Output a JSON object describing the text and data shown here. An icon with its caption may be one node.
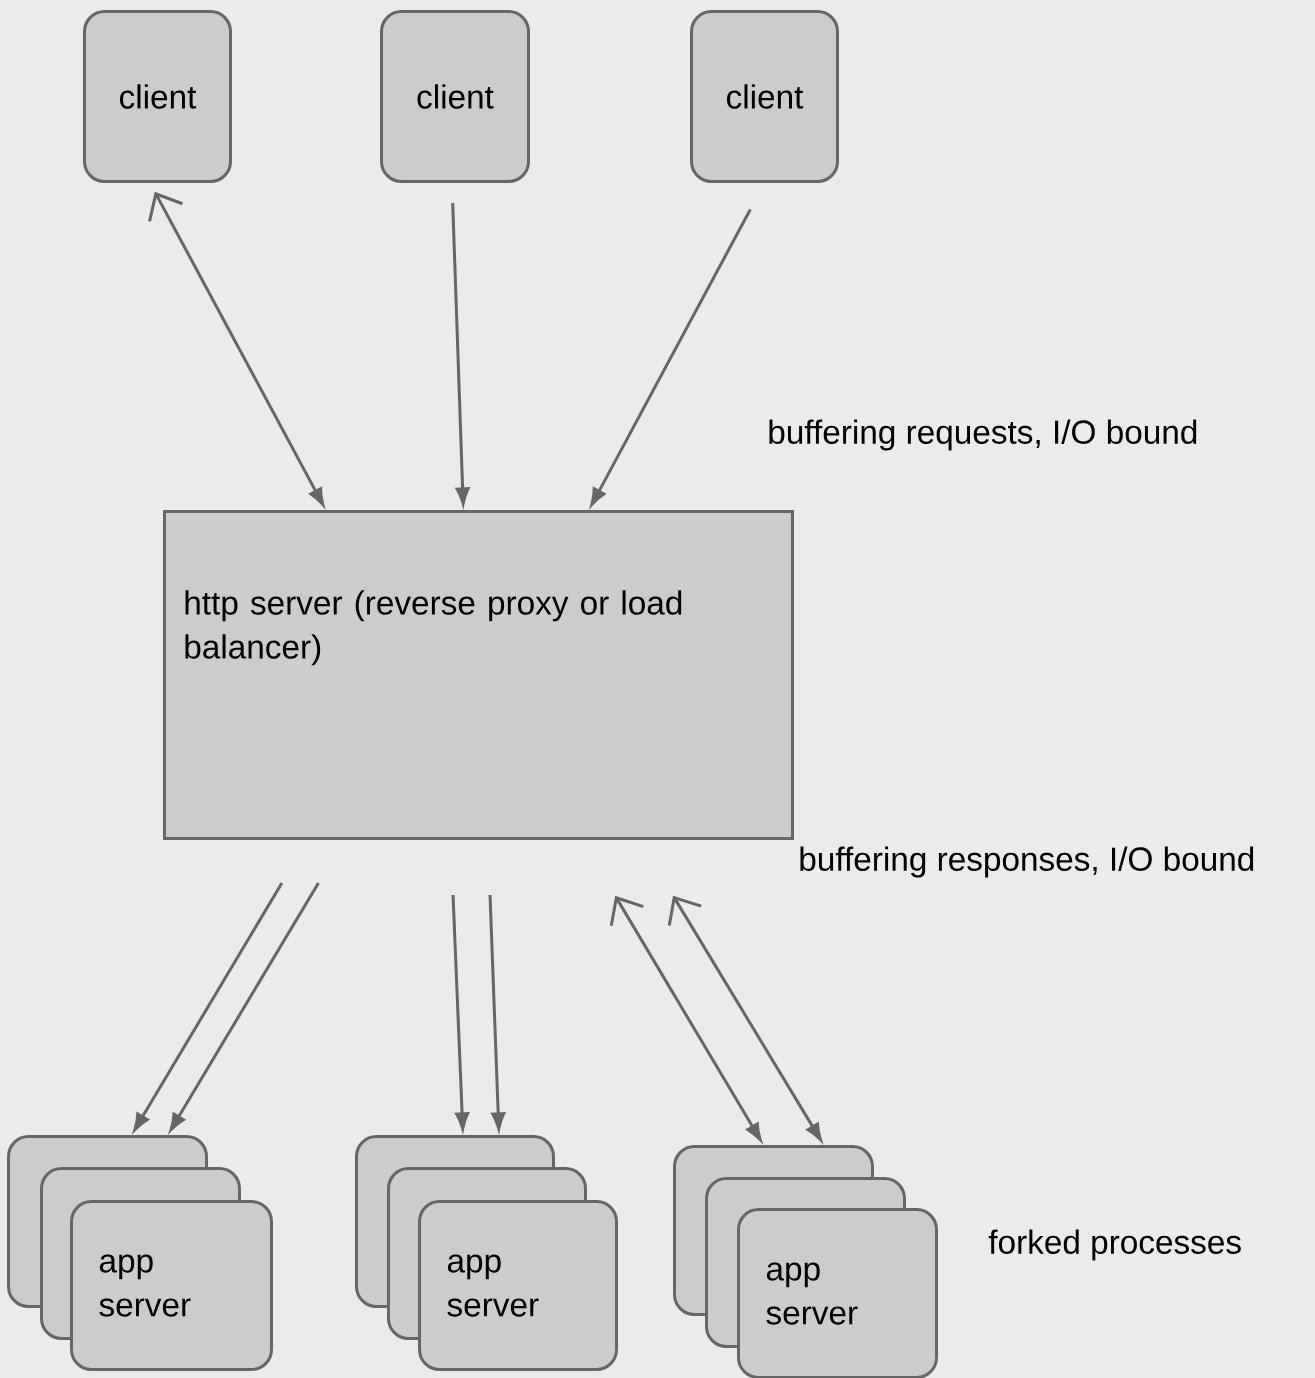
{
  "diagram": {
    "nodes": [
      {
        "text": [
          "client"
        ]
      },
      {
        "text": [
          "client"
        ]
      },
      {
        "text": [
          "client"
        ]
      },
      {
        "text": [
          "http server (reverse proxy or load balancer)"
        ]
      },
      {
        "text": [],
        "shape": "box"
      },
      {
        "text": [],
        "shape": "box"
      },
      {
        "text": [
          "app server"
        ]
      },
      {
        "text": [],
        "shape": "box"
      },
      {
        "text": [],
        "shape": "box"
      },
      {
        "text": [
          "app server"
        ]
      },
      {
        "text": [],
        "shape": "box"
      },
      {
        "text": [],
        "shape": "box"
      },
      {
        "text": [
          "app server"
        ]
      }
    ],
    "edges": [
      {
        "from": 0,
        "to": 3,
        "arrow": "both"
      },
      {
        "from": 1,
        "to": 3,
        "arrow": "to"
      },
      {
        "from": 2,
        "to": 3,
        "arrow": "to"
      },
      {
        "from": 3,
        "to": 4,
        "arrow": "to"
      },
      {
        "from": 3,
        "to": 4,
        "arrow": "to"
      },
      {
        "from": 3,
        "to": 7,
        "arrow": "to"
      },
      {
        "from": 3,
        "to": 7,
        "arrow": "to"
      },
      {
        "from": 3,
        "to": 10,
        "arrow": "both"
      },
      {
        "from": 3,
        "to": 10,
        "arrow": "both"
      }
    ],
    "labels": [
      "buffering requests, I/O bound",
      "buffering responses, I/O bound",
      "forked processes"
    ]
  }
}
